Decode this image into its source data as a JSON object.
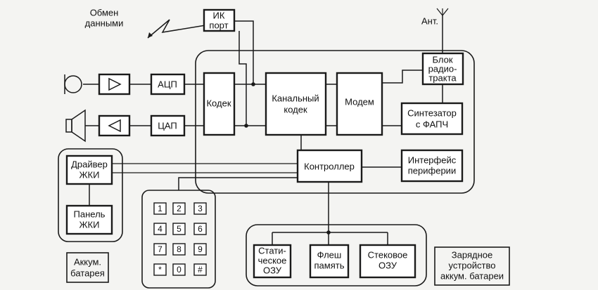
{
  "exchange": {
    "line1": "Обмен",
    "line2": "данными"
  },
  "ir_port": {
    "line1": "ИК",
    "line2": "порт"
  },
  "antenna": {
    "label": "Ант."
  },
  "radio_unit": {
    "line1": "Блок",
    "line2": "радио-",
    "line3": "тракта"
  },
  "adc": "АЦП",
  "dac": "ЦАП",
  "codec": "Кодек",
  "channel_codec": {
    "line1": "Канальный",
    "line2": "кодек"
  },
  "modem": "Модем",
  "synth": {
    "line1": "Синтезатор",
    "line2": "с ФАПЧ"
  },
  "lcd_driver": {
    "line1": "Драйвер",
    "line2": "ЖКИ"
  },
  "controller": "Контроллер",
  "periph": {
    "line1": "Интерфейс",
    "line2": "периферии"
  },
  "lcd_panel": {
    "line1": "Панель",
    "line2": "ЖКИ"
  },
  "keypad": {
    "keys": [
      "1",
      "2",
      "3",
      "4",
      "5",
      "6",
      "7",
      "8",
      "9",
      "*",
      "0",
      "#"
    ]
  },
  "sram": {
    "line1": "Стати-",
    "line2": "ческое",
    "line3": "ОЗУ"
  },
  "flash": {
    "line1": "Флеш",
    "line2": "память"
  },
  "stack_ram": {
    "line1": "Стековое",
    "line2": "ОЗУ"
  },
  "battery": {
    "line1": "Аккум.",
    "line2": "батарея"
  },
  "charger": {
    "line1": "Зарядное",
    "line2": "устройство",
    "line3": "аккум. батареи"
  }
}
